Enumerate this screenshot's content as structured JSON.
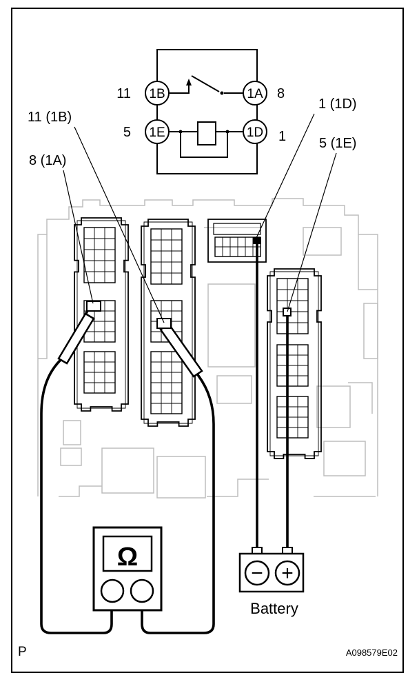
{
  "relay_schematic": {
    "pins": [
      {
        "id": "1B",
        "number": "11"
      },
      {
        "id": "1A",
        "number": "8"
      },
      {
        "id": "1E",
        "number": "5"
      },
      {
        "id": "1D",
        "number": "1"
      }
    ]
  },
  "callouts": [
    {
      "id": "8-1a",
      "text": "8 (1A)"
    },
    {
      "id": "11-1b",
      "text": "11 (1B)"
    },
    {
      "id": "1-1d",
      "text": "1 (1D)"
    },
    {
      "id": "5-1e",
      "text": "5 (1E)"
    }
  ],
  "ohmmeter": {
    "symbol": "Ω"
  },
  "battery": {
    "label": "Battery",
    "minus": "−",
    "plus": "+"
  },
  "footer": {
    "left_code": "P",
    "figure_id": "A098579E02"
  }
}
